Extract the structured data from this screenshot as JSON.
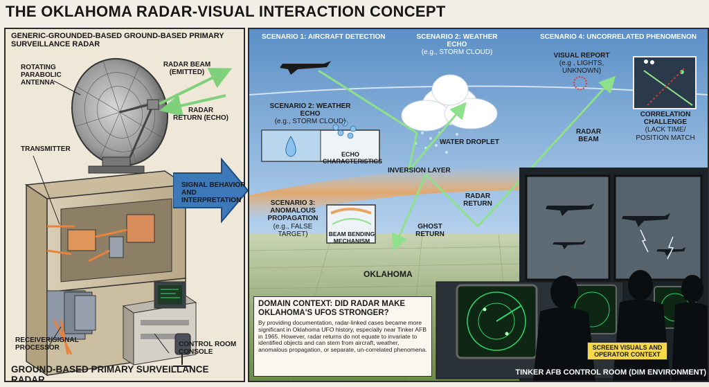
{
  "title": "THE OKLAHOMA RADAR-VISUAL INTERACTION CONCEPT",
  "left": {
    "header_line1": "GENERIC-GROUNDED-BASED GROUND-BASED PRIMARY",
    "header_line2": "SURVEILLANCE RADAR",
    "antenna_label": "ROTATING PARABOLIC ANTENNA",
    "beam_label": "RADAR BEAM (EMITTED)",
    "return_label": "RADAR RETURN (ECHO)",
    "transmitter_label": "TRANSMITTER",
    "receiver_label": "RECEIVER/SIGNAL PROCESSOR",
    "console_label": "CONTROL ROOM CONSOLE",
    "footer": "GROUND-BASED PRIMARY SURVEILLANCE RADAR"
  },
  "middle_arrow_label": "SIGNAL BEHAVIOR AND INTERPRETATION",
  "right": {
    "scenario1": "SCENARIO 1: AIRCRAFT DETECTION",
    "scenario2_title": "SCENARIO 2: WEATHER ECHO",
    "scenario2_sub": "(e.g., STORM CLOUD)",
    "scenario4": "SCENARIO 4: UNCORRELATED PHENOMENON",
    "visual_report": "VISUAL REPORT",
    "visual_report_sub": "(e.g , LIGHTS, UNKNOWN)",
    "weather_box_title": "SCENARIO 2: WEATHER ECHO",
    "weather_box_sub": "(e.g., STORM CLOUD)",
    "echo_char": "ECHO CHARACTERISTICS",
    "water_droplet": "WATER DROPLET",
    "radar_beam": "RADAR BEAM",
    "correlation_title": "CORRELATION CHALLENGE",
    "correlation_sub": "(LACK TIME/ POSITION MATCH",
    "inversion": "INVERSION LAYER",
    "radar_return": "RADAR RETURN",
    "scenario3_title": "SCENARIO 3: ANOMALOUS PROPAGATION",
    "scenario3_sub": "(e.g., FALSE TARGET)",
    "beam_bending": "BEAM BENDING MECHANISM",
    "ghost_return": "GHOST RETURN",
    "oklahoma": "OKLAHOMA",
    "domain_title": "DOMAIN CONTEXT: DID RADAR MAKE OKLAHOMA'S UFOs STRONGER?",
    "domain_body": "By providing documentation, radar-linked cases became more significant in Oklahoma UFO history, especially near Tinker AFB in 1965. However, radar returns do not equate to invariate to identified objects and can stem from aircraft, weather, anomalous propagation, or separate, un-correlated phenomena.",
    "screen_visuals": "SCREEN VISUALS AND OPERATOR CONTEXT",
    "control_room": "TINKER AFB CONTROL ROOM (DIM ENVIRONMENT)"
  },
  "colors": {
    "beam_green": "#7fd07a",
    "arrow_blue": "#3d79b8",
    "inversion_orange": "#e8a561",
    "screen_green": "#2fd56a"
  }
}
